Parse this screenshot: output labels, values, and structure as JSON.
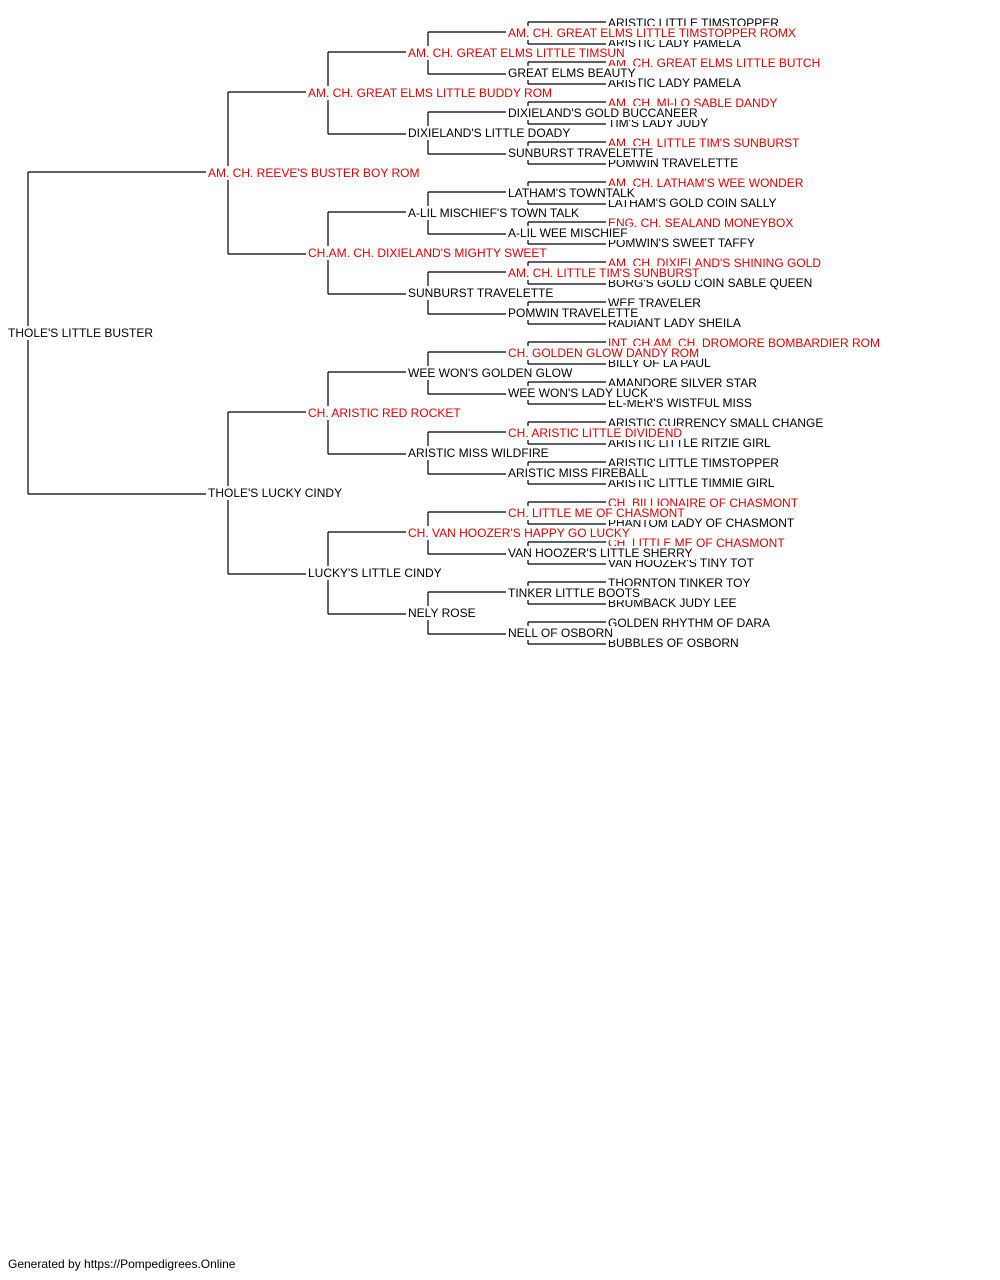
{
  "colors": {
    "champion": "#e00000",
    "regular": "#000000",
    "line": "#000000"
  },
  "pedigree": {
    "name": "THOLE'S LITTLE BUSTER",
    "champ": false,
    "sire": {
      "name": "AM. CH. REEVE'S BUSTER BOY ROM",
      "champ": true,
      "sire": {
        "name": "AM. CH. GREAT ELMS LITTLE BUDDY ROM",
        "champ": true,
        "sire": {
          "name": "AM. CH. GREAT ELMS LITTLE TIMSUN",
          "champ": true,
          "sire": {
            "name": "AM. CH. GREAT ELMS LITTLE TIMSTOPPER ROMX",
            "champ": true,
            "sire": {
              "name": "ARISTIC LITTLE TIMSTOPPER",
              "champ": false
            },
            "dam": {
              "name": "ARISTIC LADY PAMELA",
              "champ": false
            }
          },
          "dam": {
            "name": "GREAT ELMS BEAUTY",
            "champ": false,
            "sire": {
              "name": "AM. CH. GREAT ELMS LITTLE BUTCH",
              "champ": true
            },
            "dam": {
              "name": "ARISTIC LADY PAMELA",
              "champ": false
            }
          }
        },
        "dam": {
          "name": "DIXIELAND'S LITTLE DOADY",
          "champ": false,
          "sire": {
            "name": "DIXIELAND'S GOLD BUCCANEER",
            "champ": false,
            "sire": {
              "name": "AM. CH. MI-LO SABLE DANDY",
              "champ": true
            },
            "dam": {
              "name": "TIM'S LADY JUDY",
              "champ": false
            }
          },
          "dam": {
            "name": "SUNBURST TRAVELETTE",
            "champ": false,
            "sire": {
              "name": "AM. CH. LITTLE TIM'S SUNBURST",
              "champ": true
            },
            "dam": {
              "name": "POMWIN TRAVELETTE",
              "champ": false
            }
          }
        }
      },
      "dam": {
        "name": "CH.AM. CH. DIXIELAND'S MIGHTY SWEET",
        "champ": true,
        "sire": {
          "name": "A-LIL MISCHIEF'S TOWN TALK",
          "champ": false,
          "sire": {
            "name": "LATHAM'S TOWNTALK",
            "champ": false,
            "sire": {
              "name": "AM. CH. LATHAM'S WEE WONDER",
              "champ": true
            },
            "dam": {
              "name": "LATHAM'S GOLD COIN SALLY",
              "champ": false
            }
          },
          "dam": {
            "name": "A-LIL WEE MISCHIEF",
            "champ": false,
            "sire": {
              "name": "ENG. CH. SEALAND MONEYBOX",
              "champ": true
            },
            "dam": {
              "name": "POMWIN'S SWEET TAFFY",
              "champ": false
            }
          }
        },
        "dam": {
          "name": "SUNBURST TRAVELETTE",
          "champ": false,
          "sire": {
            "name": "AM. CH. LITTLE TIM'S SUNBURST",
            "champ": true,
            "sire": {
              "name": "AM. CH. DIXIELAND'S SHINING GOLD",
              "champ": true
            },
            "dam": {
              "name": "BORG'S GOLD COIN SABLE QUEEN",
              "champ": false
            }
          },
          "dam": {
            "name": "POMWIN TRAVELETTE",
            "champ": false,
            "sire": {
              "name": "WEE TRAVELER",
              "champ": false
            },
            "dam": {
              "name": "RADIANT LADY SHEILA",
              "champ": false
            }
          }
        }
      }
    },
    "dam": {
      "name": "THOLE'S LUCKY CINDY",
      "champ": false,
      "sire": {
        "name": "CH. ARISTIC RED ROCKET",
        "champ": true,
        "sire": {
          "name": "WEE WON'S GOLDEN GLOW",
          "champ": false,
          "sire": {
            "name": "CH. GOLDEN GLOW DANDY ROM",
            "champ": true,
            "sire": {
              "name": "INT. CH.AM. CH. DROMORE BOMBARDIER ROM",
              "champ": true
            },
            "dam": {
              "name": "BILLY OF LA PAUL",
              "champ": false
            }
          },
          "dam": {
            "name": "WEE WON'S LADY LUCK",
            "champ": false,
            "sire": {
              "name": "AMANDORE SILVER STAR",
              "champ": false
            },
            "dam": {
              "name": "EL-MER'S WISTFUL MISS",
              "champ": false
            }
          }
        },
        "dam": {
          "name": "ARISTIC MISS WILDFIRE",
          "champ": false,
          "sire": {
            "name": "CH. ARISTIC LITTLE DIVIDEND",
            "champ": true,
            "sire": {
              "name": "ARISTIC CURRENCY SMALL CHANGE",
              "champ": false
            },
            "dam": {
              "name": "ARISTIC LITTLE RITZIE GIRL",
              "champ": false
            }
          },
          "dam": {
            "name": "ARISTIC MISS FIREBALL",
            "champ": false,
            "sire": {
              "name": "ARISTIC LITTLE TIMSTOPPER",
              "champ": false
            },
            "dam": {
              "name": "ARISTIC LITTLE TIMMIE GIRL",
              "champ": false
            }
          }
        }
      },
      "dam": {
        "name": "LUCKY'S LITTLE CINDY",
        "champ": false,
        "sire": {
          "name": "CH. VAN HOOZER'S HAPPY GO LUCKY",
          "champ": true,
          "sire": {
            "name": "CH. LITTLE ME OF CHASMONT",
            "champ": true,
            "sire": {
              "name": "CH. BILLIONAIRE OF CHASMONT",
              "champ": true
            },
            "dam": {
              "name": "PHANTOM LADY OF CHASMONT",
              "champ": false
            }
          },
          "dam": {
            "name": "VAN HOOZER'S LITTLE SHERRY",
            "champ": false,
            "sire": {
              "name": "CH. LITTLE ME OF CHASMONT",
              "champ": true
            },
            "dam": {
              "name": "VAN HOOZER'S TINY TOT",
              "champ": false
            }
          }
        },
        "dam": {
          "name": "NELY ROSE",
          "champ": false,
          "sire": {
            "name": "TINKER LITTLE BOOTS",
            "champ": false,
            "sire": {
              "name": "THORNTON TINKER TOY",
              "champ": false
            },
            "dam": {
              "name": "BRUMBACK JUDY LEE",
              "champ": false
            }
          },
          "dam": {
            "name": "NELL OF OSBORN",
            "champ": false,
            "sire": {
              "name": "GOLDEN RHYTHM OF DARA",
              "champ": false
            },
            "dam": {
              "name": "BUBBLES OF OSBORN",
              "champ": false
            }
          }
        }
      }
    }
  },
  "footer": "Generated by https://Pompedigrees.Online"
}
